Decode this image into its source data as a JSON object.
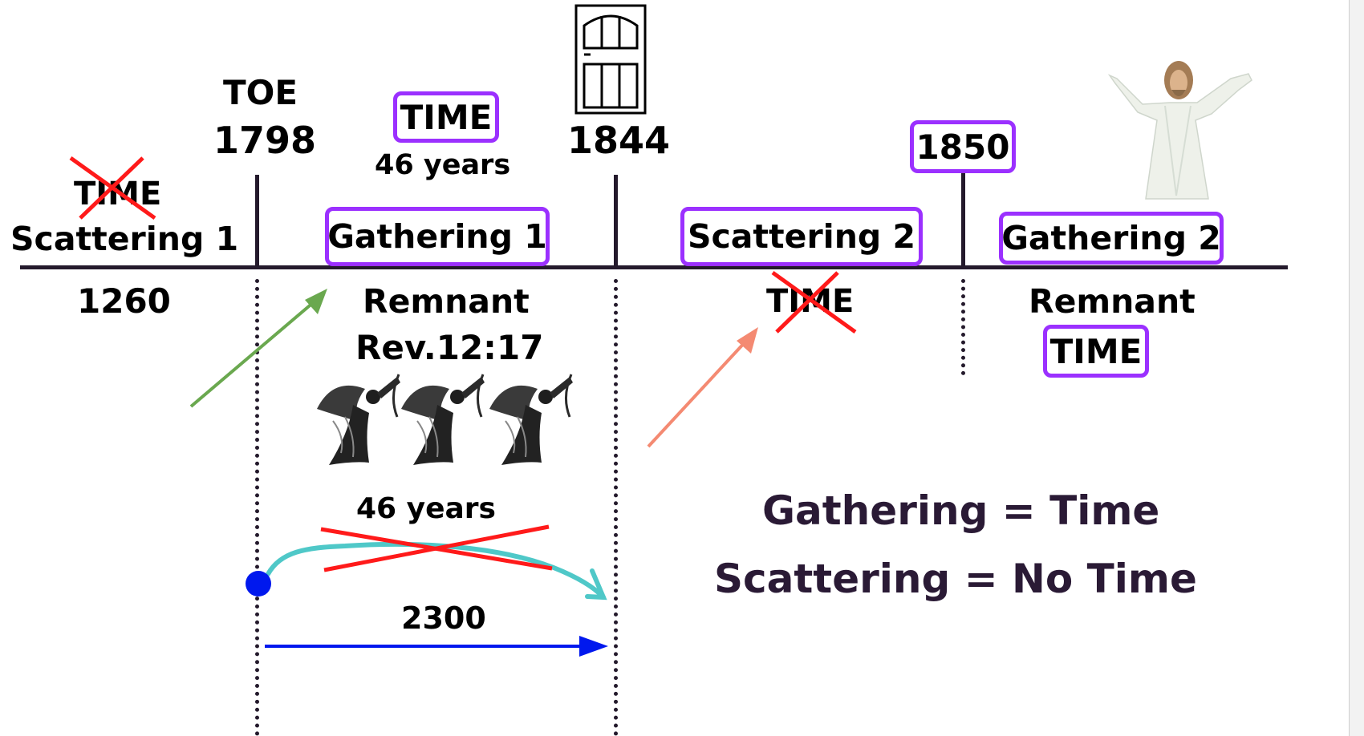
{
  "timeline": {
    "periods": {
      "scattering1": {
        "label": "Scattering 1",
        "crossed": "TIME",
        "below": "1260"
      },
      "gathering1": {
        "label": "Gathering 1",
        "time_box": "TIME",
        "duration": "46 years",
        "below_line1": "Remnant",
        "below_line2": "Rev.12:17"
      },
      "scattering2": {
        "label": "Scattering 2",
        "crossed": "TIME"
      },
      "gathering2": {
        "label": "Gathering 2",
        "below": "Remnant",
        "time_box": "TIME"
      }
    },
    "markers": {
      "toe": {
        "label": "TOE",
        "year": "1798"
      },
      "m1844": {
        "year": "1844",
        "icon": "door-icon"
      },
      "m1850": {
        "year": "1850"
      }
    },
    "measures": {
      "crossed_span": "46 years",
      "span": "2300"
    },
    "equations": {
      "line1": "Gathering = Time",
      "line2": "Scattering = No Time"
    }
  },
  "icons": {
    "door": "door-icon",
    "angels": "angel-trumpet-icon",
    "jesus": "jesus-figure-icon"
  },
  "colors": {
    "line": "#241a2c",
    "box_border": "#9b30ff",
    "cross": "#ff1a1a",
    "green_arrow": "#6aa84f",
    "salmon_arrow": "#f48a72",
    "teal_curve": "#4fc8c8",
    "blue_arrow": "#0018ee",
    "equation_text": "#2a1a35"
  }
}
